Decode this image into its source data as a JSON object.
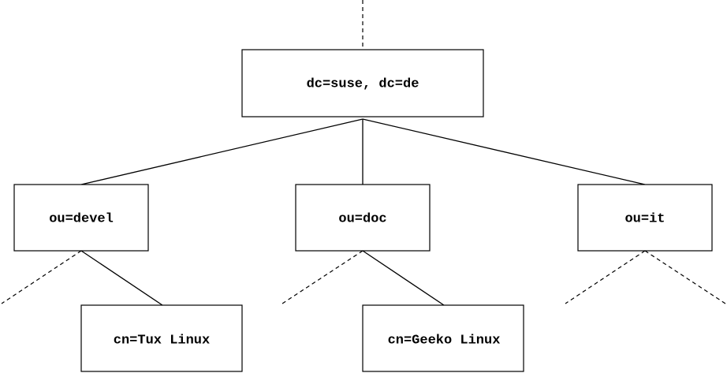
{
  "diagram": {
    "nodes": {
      "root": {
        "label": "dc=suse, dc=de"
      },
      "devel": {
        "label": "ou=devel"
      },
      "doc": {
        "label": "ou=doc"
      },
      "it": {
        "label": "ou=it"
      },
      "tux": {
        "label": "cn=Tux Linux"
      },
      "geeko": {
        "label": "cn=Geeko Linux"
      }
    },
    "edges": [
      {
        "from": "root",
        "to": "devel",
        "style": "solid"
      },
      {
        "from": "root",
        "to": "doc",
        "style": "solid"
      },
      {
        "from": "root",
        "to": "it",
        "style": "solid"
      },
      {
        "from": "devel",
        "to": "tux",
        "style": "solid"
      },
      {
        "from": "doc",
        "to": "geeko",
        "style": "solid"
      }
    ],
    "continuation_style": "dashed",
    "colors": {
      "stroke": "#000000",
      "background": "#ffffff"
    }
  }
}
